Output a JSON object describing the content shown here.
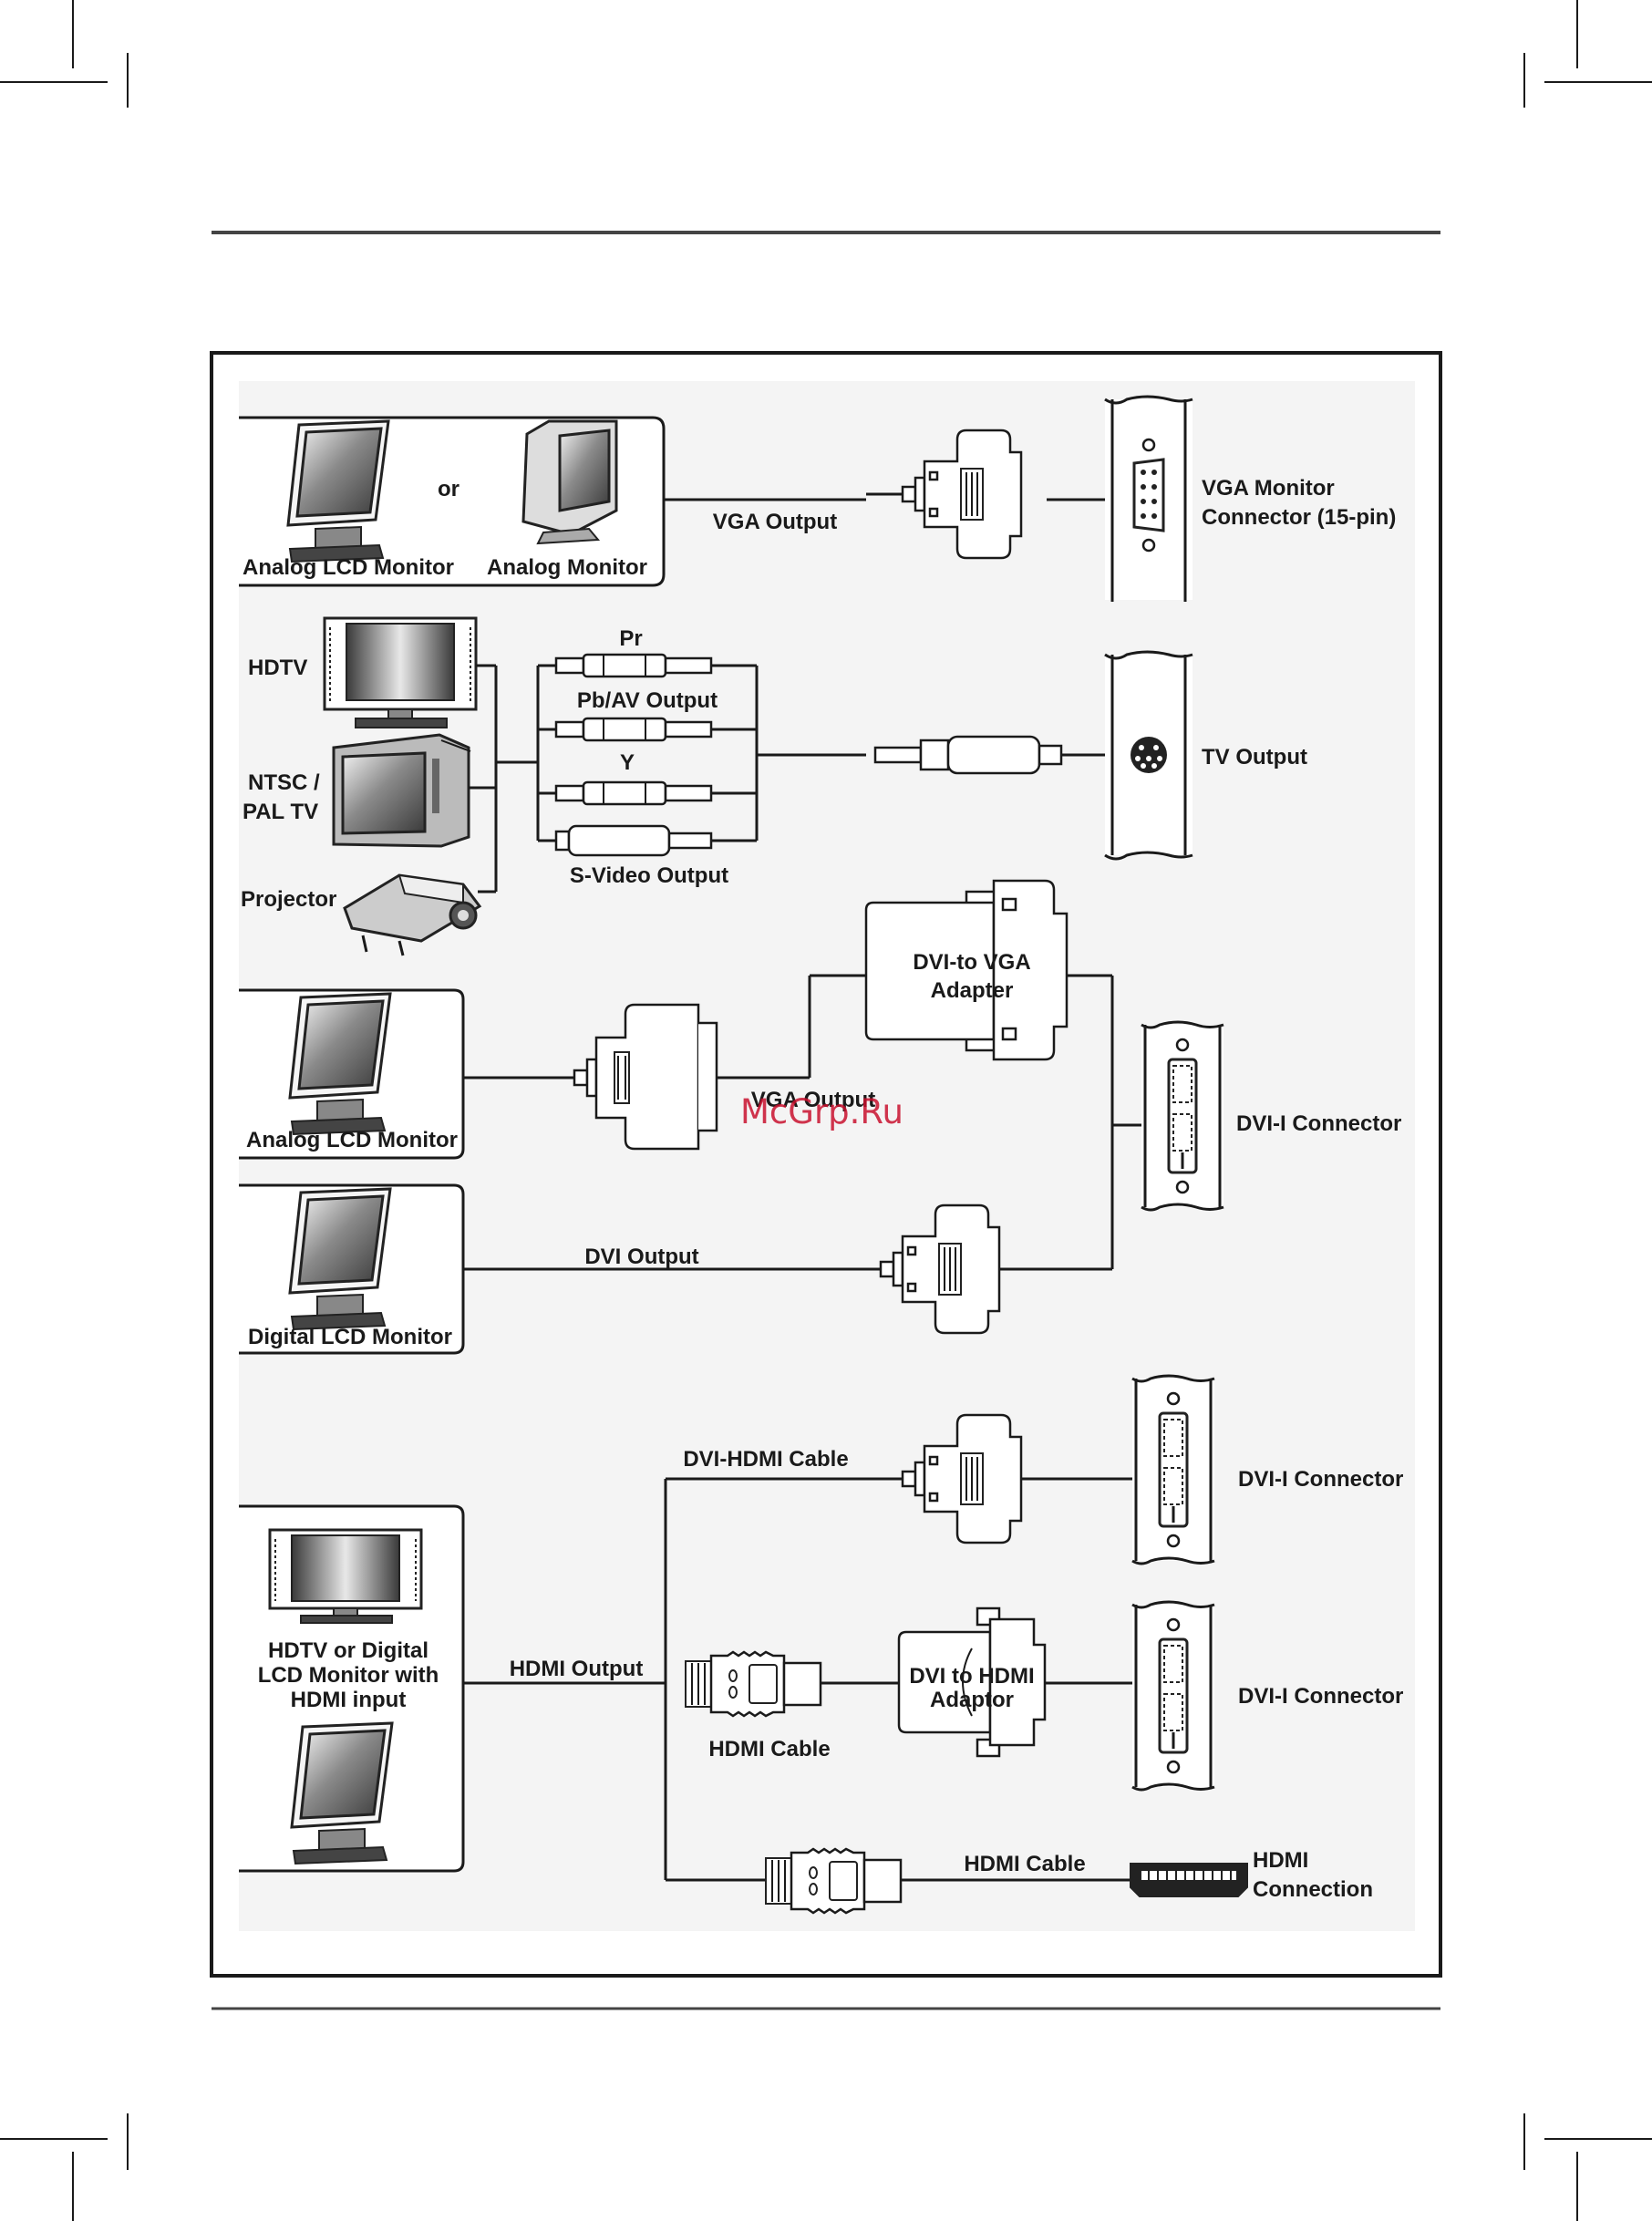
{
  "watermark": "McGrp.Ru",
  "colors": {
    "frame": "#1a1a1a",
    "background": "#ffffff",
    "watermark": "#c8102e",
    "panel": "#f4f4f4"
  },
  "sections": {
    "vga": {
      "device_or": "or",
      "analog_lcd_label": "Analog LCD Monitor",
      "analog_crt_label": "Analog Monitor",
      "cable_label": "VGA Output",
      "port_label_line1": "VGA Monitor",
      "port_label_line2": "Connector (15-pin)"
    },
    "tv": {
      "hdtv_label": "HDTV",
      "ntsc_label_line1": "NTSC /",
      "ntsc_label_line2": "PAL TV",
      "projector_label": "Projector",
      "pr_label": "Pr",
      "pb_av_label": "Pb/AV Output",
      "y_label": "Y",
      "svideo_label": "S-Video Output",
      "port_label": "TV Output"
    },
    "dvi": {
      "adapter_label_line1": "DVI-to VGA",
      "adapter_label_line2": "Adapter",
      "analog_lcd_label": "Analog LCD Monitor",
      "vga_cable_label": "VGA Output",
      "port_label": "DVI-I Connector",
      "digital_lcd_label": "Digital LCD Monitor",
      "dvi_cable_label": "DVI Output"
    },
    "hdmi": {
      "device_label_line1": "HDTV or Digital",
      "device_label_line2": "LCD Monitor with",
      "device_label_line3": "HDMI input",
      "output_label": "HDMI Output",
      "dvi_hdmi_cable_label": "DVI-HDMI Cable",
      "dvi_port1_label": "DVI-I Connector",
      "hdmi_cable_label_1": "HDMI Cable",
      "adaptor_label_line1": "DVI to HDMI",
      "adaptor_label_line2": "Adaptor",
      "dvi_port2_label": "DVI-I Connector",
      "hdmi_cable_label_2": "HDMI Cable",
      "hdmi_port_label_line1": "HDMI",
      "hdmi_port_label_line2": "Connection"
    }
  },
  "icons": [
    "lcd-monitor-icon",
    "crt-monitor-icon",
    "hdtv-icon",
    "crt-tv-icon",
    "projector-icon",
    "vga-plug-icon",
    "vga-port-icon",
    "rca-plug-icon",
    "svideo-plug-icon",
    "svideo-port-icon",
    "dvi-to-vga-adapter-icon",
    "dvi-plug-icon",
    "dvi-port-icon",
    "hdmi-plug-icon",
    "dvi-to-hdmi-adaptor-icon",
    "hdmi-port-icon"
  ]
}
